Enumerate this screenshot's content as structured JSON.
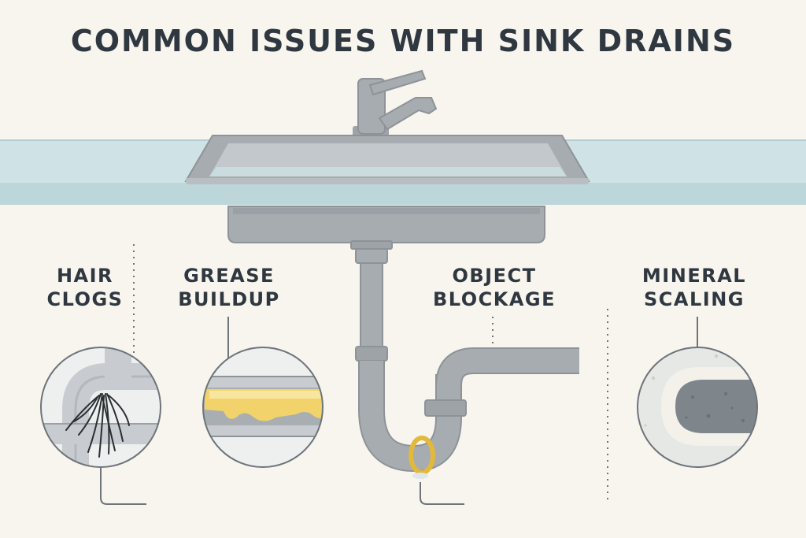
{
  "title": "COMMON ISSUES WITH SINK DRAINS",
  "issues": [
    {
      "line1": "HAIR",
      "line2": "CLOGS",
      "icon": "hair-clog-icon"
    },
    {
      "line1": "GREASE",
      "line2": "BUILDUP",
      "icon": "grease-buildup-icon"
    },
    {
      "line1": "OBJECT",
      "line2": "BLOCKAGE",
      "icon": "ring-blockage-icon"
    },
    {
      "line1": "MINERAL",
      "line2": "SCALING",
      "icon": "mineral-scaling-icon"
    }
  ],
  "colors": {
    "background": "#f8f5ee",
    "countertop": "#cfe3e6",
    "steel": "#a7acb0",
    "text": "#2f3740",
    "grease": "#f2d36b",
    "ring": "#e2b93b"
  }
}
